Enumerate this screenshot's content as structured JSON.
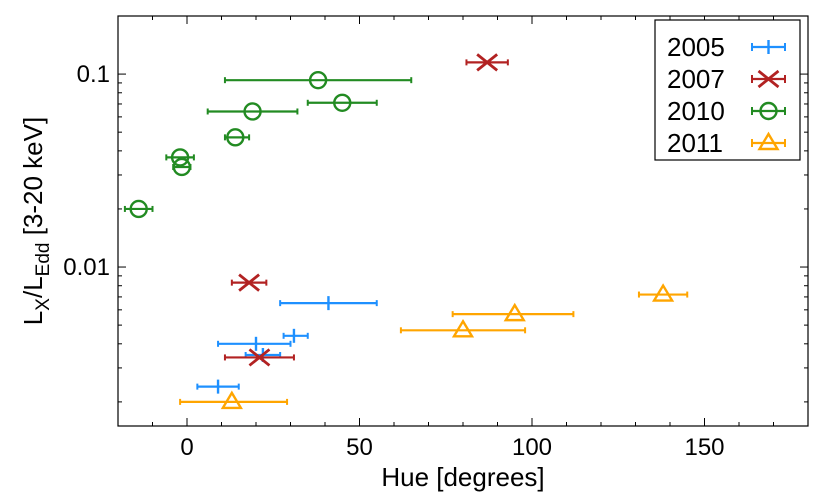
{
  "chart_data": {
    "type": "scatter",
    "title": "",
    "xlabel": "Hue [degrees]",
    "ylabel_parts": {
      "base": "L",
      "sub1": "X",
      "mid": "/L",
      "sub2": "Edd",
      "tail": " [3-20 keV]"
    },
    "xlim": [
      -20,
      180
    ],
    "ylim": [
      0.0015,
      0.2
    ],
    "yscale": "log",
    "xticks": [
      {
        "value": 0,
        "label": "0"
      },
      {
        "value": 50,
        "label": "50"
      },
      {
        "value": 100,
        "label": "100"
      },
      {
        "value": 150,
        "label": "150"
      }
    ],
    "yticks": [
      {
        "value": 0.01,
        "label": "0.01"
      },
      {
        "value": 0.1,
        "label": "0.1"
      }
    ],
    "legend_position": "top-right",
    "grid": false,
    "series": [
      {
        "name": "2005",
        "color": "#1e90ff",
        "marker": "plus",
        "points": [
          {
            "x": 41,
            "y": 0.0065,
            "xerr": [
              27,
              55
            ]
          },
          {
            "x": 31,
            "y": 0.0044,
            "xerr": [
              28,
              35
            ]
          },
          {
            "x": 20,
            "y": 0.004,
            "xerr": [
              9,
              30
            ]
          },
          {
            "x": 22,
            "y": 0.0035,
            "xerr": [
              17,
              27
            ]
          },
          {
            "x": 9,
            "y": 0.0024,
            "xerr": [
              3,
              15
            ]
          }
        ]
      },
      {
        "name": "2007",
        "color": "#b22222",
        "marker": "cross",
        "points": [
          {
            "x": 87,
            "y": 0.115,
            "xerr": [
              81,
              93
            ]
          },
          {
            "x": 18,
            "y": 0.0083,
            "xerr": [
              13,
              23
            ]
          },
          {
            "x": 21,
            "y": 0.0034,
            "xerr": [
              11,
              31
            ]
          }
        ]
      },
      {
        "name": "2010",
        "color": "#228b22",
        "marker": "circle",
        "points": [
          {
            "x": 38,
            "y": 0.093,
            "xerr": [
              11,
              65
            ]
          },
          {
            "x": 45,
            "y": 0.071,
            "xerr": [
              35,
              55
            ]
          },
          {
            "x": 19,
            "y": 0.064,
            "xerr": [
              6,
              32
            ]
          },
          {
            "x": 14,
            "y": 0.047,
            "xerr": [
              11,
              18
            ]
          },
          {
            "x": -2,
            "y": 0.037,
            "xerr": [
              -6,
              2
            ]
          },
          {
            "x": -1.5,
            "y": 0.033,
            "xerr": [
              -4,
              1
            ]
          },
          {
            "x": -14,
            "y": 0.02,
            "xerr": [
              -18,
              -10
            ]
          }
        ]
      },
      {
        "name": "2011",
        "color": "#ffa500",
        "marker": "triangle",
        "points": [
          {
            "x": 138,
            "y": 0.0072,
            "xerr": [
              131,
              145
            ]
          },
          {
            "x": 95,
            "y": 0.0057,
            "xerr": [
              77,
              112
            ]
          },
          {
            "x": 80,
            "y": 0.0047,
            "xerr": [
              62,
              98
            ]
          },
          {
            "x": 13,
            "y": 0.002,
            "xerr": [
              -2,
              29
            ]
          }
        ]
      }
    ]
  }
}
